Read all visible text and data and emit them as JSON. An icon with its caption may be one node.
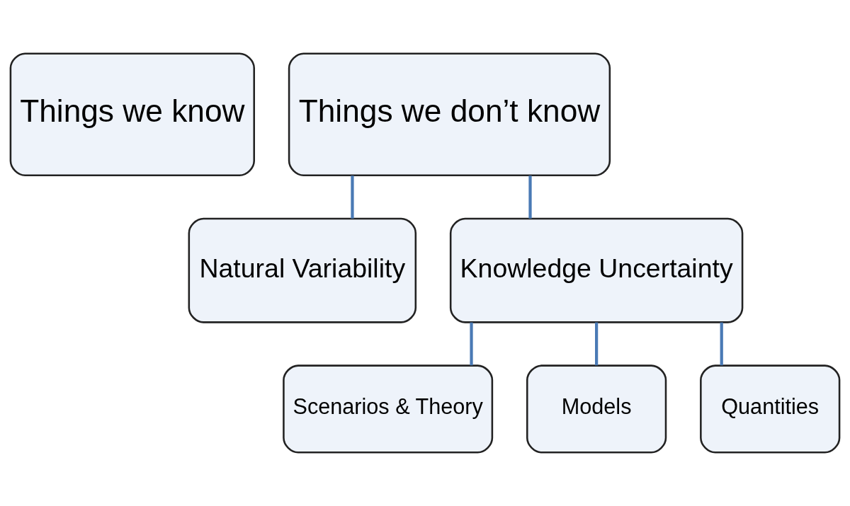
{
  "diagram": {
    "nodes": [
      {
        "text": [
          "Things we know"
        ]
      },
      {
        "text": [
          "Things we don’t know"
        ]
      },
      {
        "text": [
          "Natural Variability"
        ]
      },
      {
        "text": [
          "Knowledge Uncertainty"
        ]
      },
      {
        "text": [
          "Scenarios & Theory"
        ]
      },
      {
        "text": [
          "Models"
        ]
      },
      {
        "text": [
          "Quantities"
        ]
      }
    ],
    "edges": [
      {
        "from": 1,
        "to": 2,
        "arrow": "none"
      },
      {
        "from": 1,
        "to": 3,
        "arrow": "none"
      },
      {
        "from": 3,
        "to": 4,
        "arrow": "none"
      },
      {
        "from": 3,
        "to": 5,
        "arrow": "none"
      },
      {
        "from": 3,
        "to": 6,
        "arrow": "none"
      }
    ]
  }
}
